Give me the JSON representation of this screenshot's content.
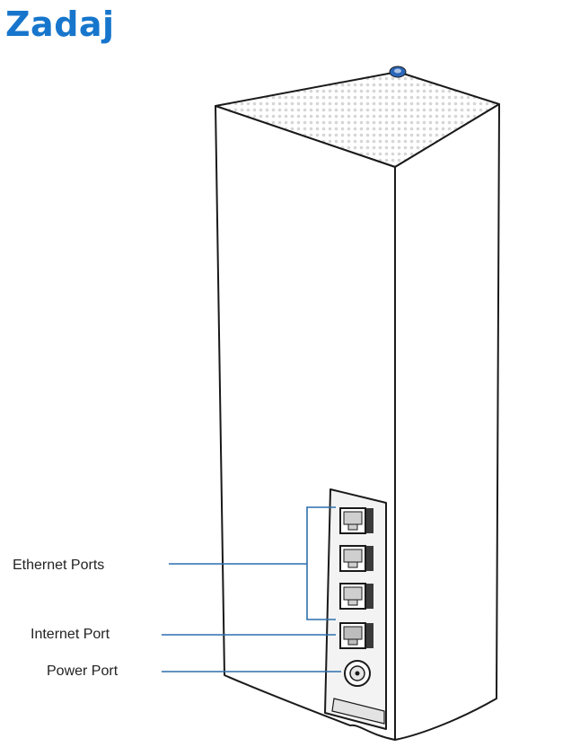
{
  "title": "Zadaj",
  "colors": {
    "title": "#1776cc",
    "callout_line": "#2d6fae",
    "led": "#2a66b8",
    "outline": "#1a1a1a"
  },
  "callouts": [
    {
      "id": "ethernet",
      "label": "Ethernet Ports"
    },
    {
      "id": "internet",
      "label": "Internet Port"
    },
    {
      "id": "power",
      "label": "Power Port"
    }
  ],
  "icons": [
    "router-illustration",
    "status-led-icon",
    "ethernet-port-icon",
    "internet-port-icon",
    "power-port-icon"
  ]
}
